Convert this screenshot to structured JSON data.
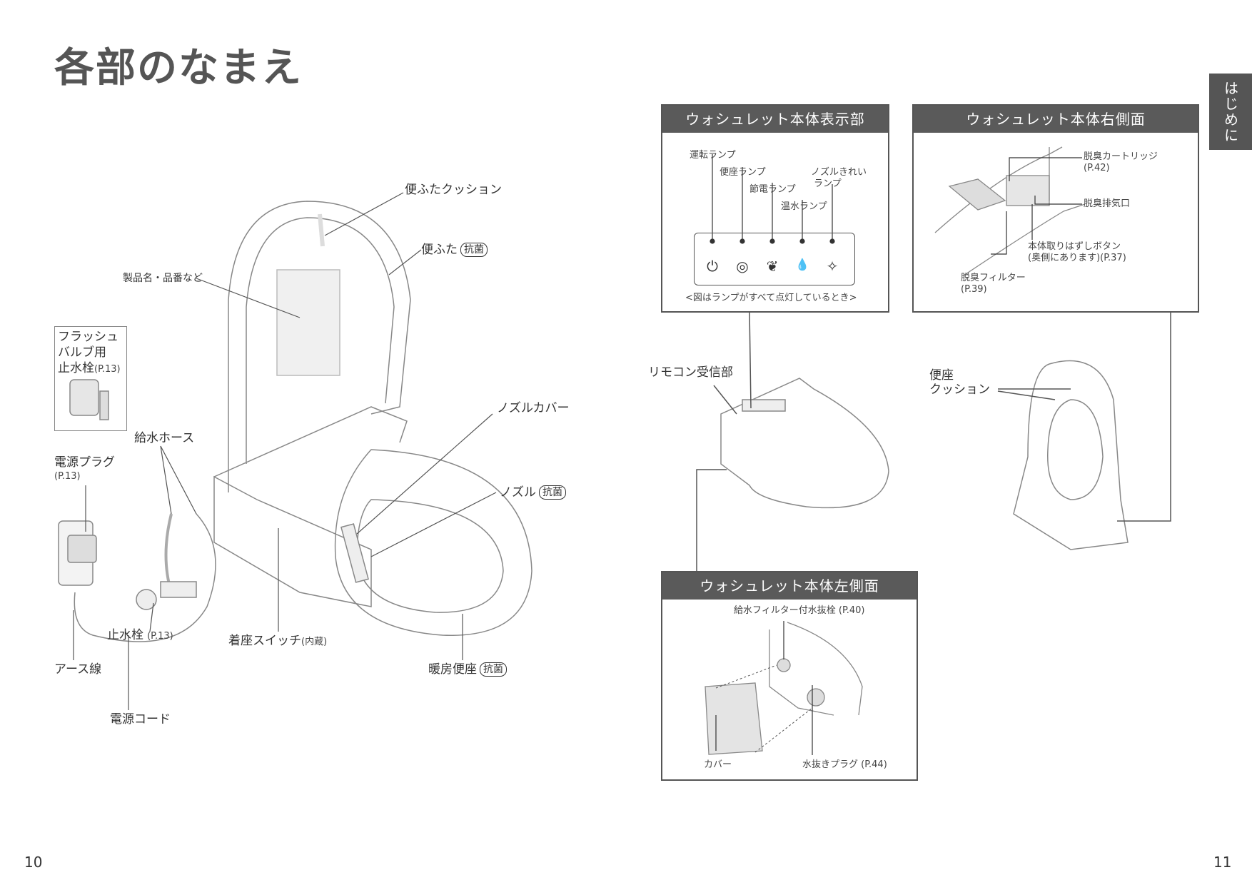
{
  "page_title": "各部のなまえ",
  "side_tab": "はじめに",
  "page_left": "10",
  "page_right": "11",
  "main_labels": {
    "lid_cushion": "便ふたクッション",
    "lid": "便ふた",
    "product_name": "製品名・品番など",
    "flush_valve_line1": "フラッシュ",
    "flush_valve_line2": "バルブ用",
    "flush_valve_line3": "止水栓",
    "flush_valve_ref": "(P.13)",
    "water_hose": "給水ホース",
    "power_plug": "電源プラグ",
    "power_plug_ref": "(P.13)",
    "stop_valve": "止水栓",
    "stop_valve_ref": "(P.13)",
    "earth_wire": "アース線",
    "power_cord": "電源コード",
    "seat_switch": "着座スイッチ",
    "seat_switch_note": "(内蔵)",
    "heated_seat": "暖房便座",
    "nozzle_cover": "ノズルカバー",
    "nozzle": "ノズル",
    "antibacterial": "抗菌",
    "remote_receiver": "リモコン受信部",
    "seat_cushion_line1": "便座",
    "seat_cushion_line2": "クッション"
  },
  "display_panel": {
    "heading": "ウォシュレット本体表示部",
    "lamps": [
      {
        "label": "運転ランプ",
        "icon": "power-icon",
        "glyph": "⏻"
      },
      {
        "label": "便座ランプ",
        "icon": "seat-icon",
        "glyph": "◎"
      },
      {
        "label": "節電ランプ",
        "icon": "leaf-icon",
        "glyph": "❦"
      },
      {
        "label": "温水ランプ",
        "icon": "droplet-icon",
        "glyph": "💧"
      },
      {
        "label": "ノズルきれい",
        "label2": "ランプ",
        "icon": "sparkle-icon",
        "glyph": "✧"
      }
    ],
    "caption": "<図はランプがすべて点灯しているとき>"
  },
  "right_panel": {
    "heading": "ウォシュレット本体右側面",
    "deodorant_cartridge": "脱臭カートリッジ",
    "deodorant_cartridge_ref": "(P.42)",
    "deodorant_exhaust": "脱臭排気口",
    "release_button": "本体取りはずしボタン",
    "release_button_note": "(奥側にあります)(P.37)",
    "deodorant_filter": "脱臭フィルター",
    "deodorant_filter_ref": "(P.39)"
  },
  "left_panel": {
    "heading": "ウォシュレット本体左側面",
    "water_filter_plug": "給水フィルター付水抜栓 (P.40)",
    "cover": "カバー",
    "drain_plug": "水抜きプラグ (P.44)"
  }
}
